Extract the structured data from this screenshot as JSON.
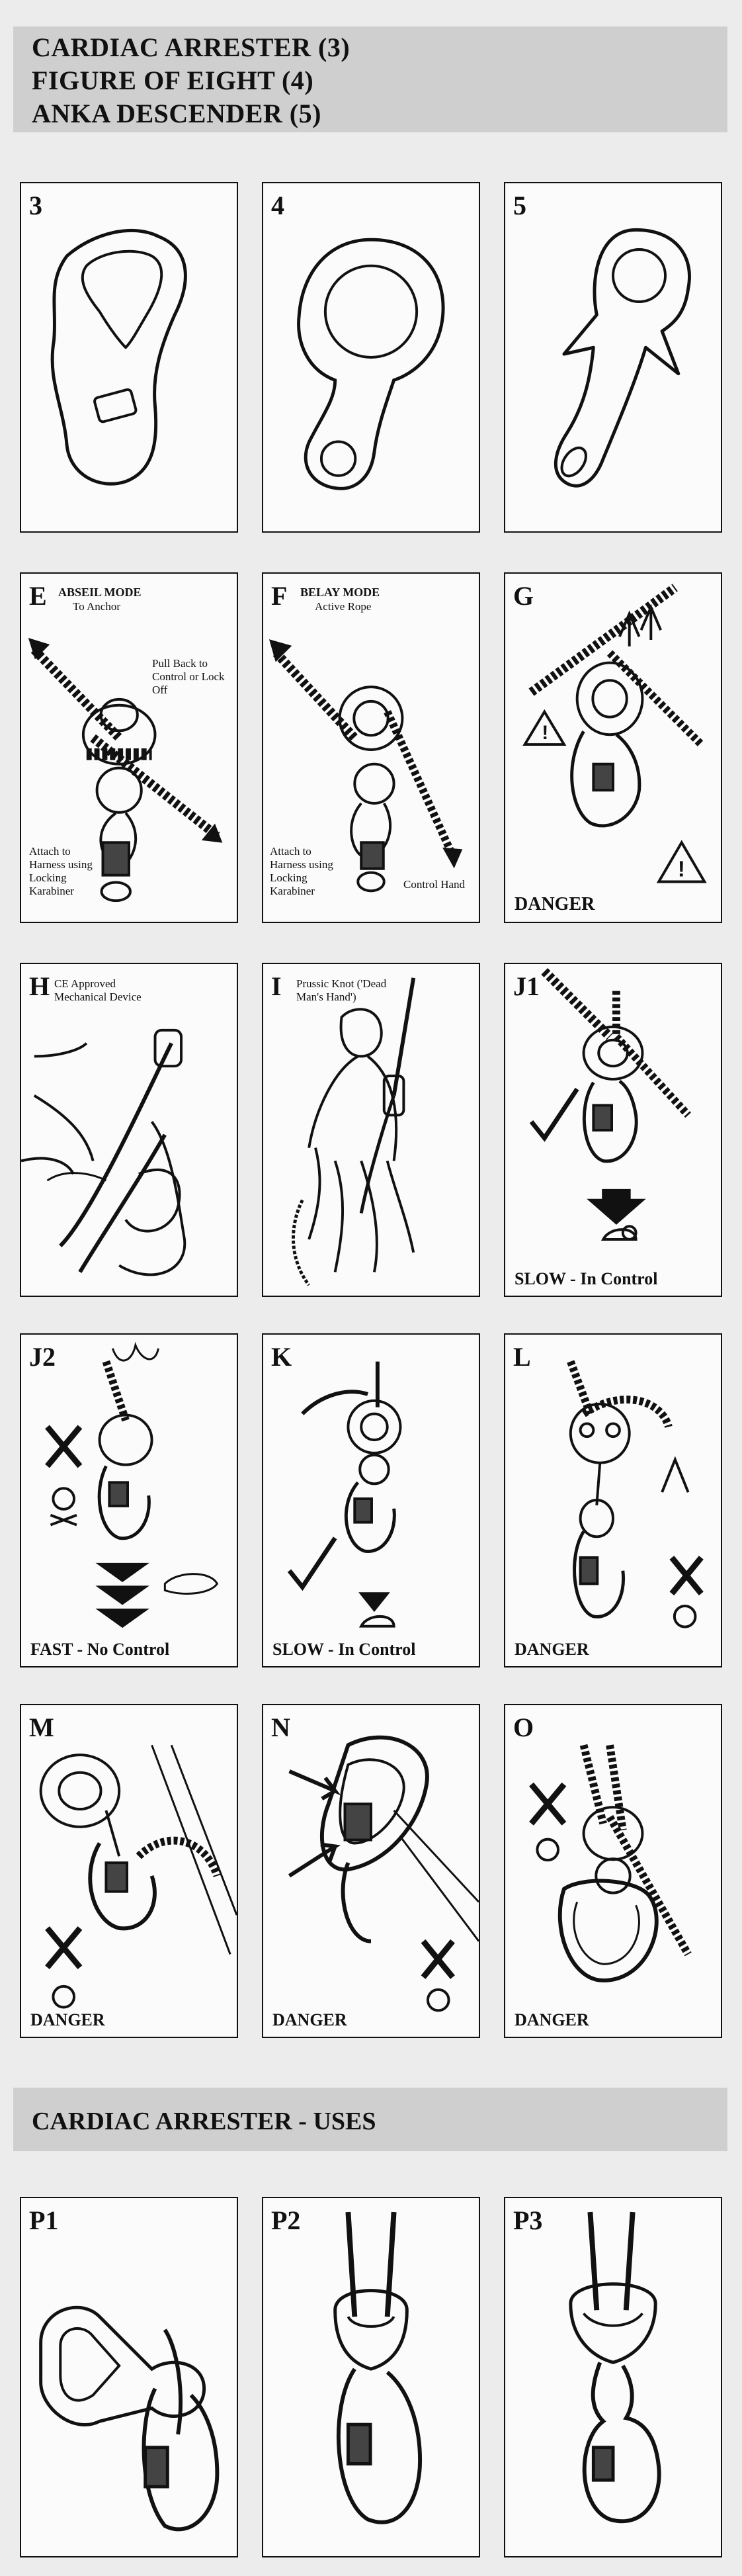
{
  "header": {
    "lines": [
      "CARDIAC ARRESTER (3)",
      "FIGURE OF EIGHT (4)",
      "ANKA DESCENDER (5)"
    ]
  },
  "panels": {
    "p3": {
      "label": "3"
    },
    "p4": {
      "label": "4"
    },
    "p5": {
      "label": "5"
    },
    "e": {
      "label": "E",
      "mode_title": "ABSEIL MODE",
      "mode_sub": "To Anchor",
      "note_control": "Pull Back to Control or Lock Off",
      "note_harness": "Attach to Harness using Locking Karabiner"
    },
    "f": {
      "label": "F",
      "mode_title": "BELAY MODE",
      "mode_sub": "Active Rope",
      "note_harness": "Attach to Harness using Locking Karabiner",
      "note_hand": "Control Hand"
    },
    "g": {
      "label": "G",
      "caption": "DANGER"
    },
    "h": {
      "label": "H",
      "note": "CE Approved Mechanical Device"
    },
    "i": {
      "label": "I",
      "note": "Prussic Knot ('Dead Man's Hand')"
    },
    "j1": {
      "label": "J1",
      "caption": "SLOW - In Control"
    },
    "j2": {
      "label": "J2",
      "caption": "FAST - No Control"
    },
    "k": {
      "label": "K",
      "caption": "SLOW - In Control"
    },
    "l": {
      "label": "L",
      "caption": "DANGER"
    },
    "m": {
      "label": "M",
      "caption": "DANGER"
    },
    "n": {
      "label": "N",
      "caption": "DANGER"
    },
    "o": {
      "label": "O",
      "caption": "DANGER"
    },
    "p1": {
      "label": "P1"
    },
    "p2": {
      "label": "P2"
    },
    "p3u": {
      "label": "P3"
    }
  },
  "section": {
    "title": "CARDIAC ARRESTER - USES"
  }
}
